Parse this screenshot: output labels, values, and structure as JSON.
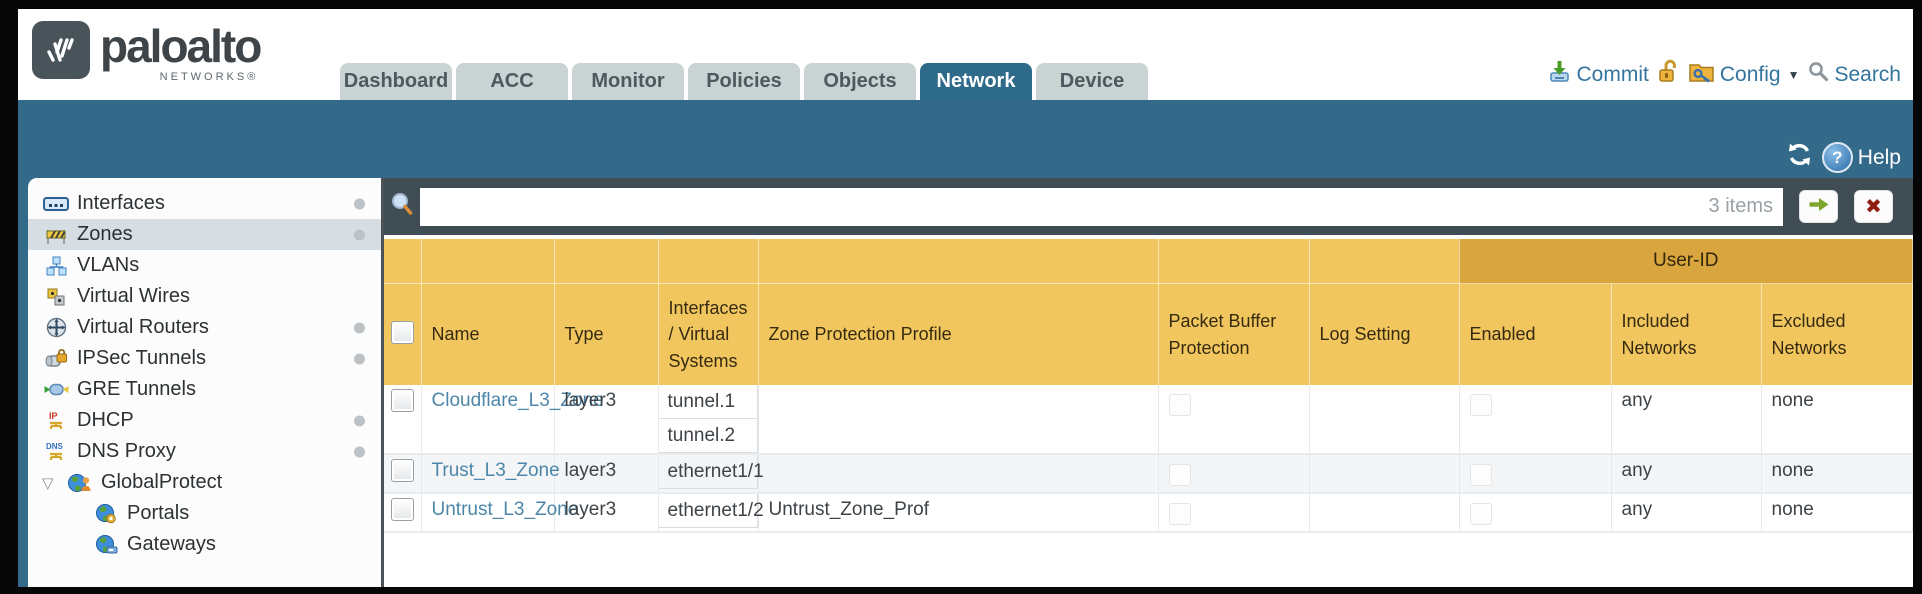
{
  "header": {
    "brand": "paloalto",
    "brand_sub": "NETWORKS®",
    "tabs": [
      {
        "label": "Dashboard",
        "active": false
      },
      {
        "label": "ACC",
        "active": false
      },
      {
        "label": "Monitor",
        "active": false
      },
      {
        "label": "Policies",
        "active": false
      },
      {
        "label": "Objects",
        "active": false
      },
      {
        "label": "Network",
        "active": true
      },
      {
        "label": "Device",
        "active": false
      }
    ],
    "commit_label": "Commit",
    "config_label": "Config",
    "search_label": "Search"
  },
  "subheader": {
    "help_label": "Help"
  },
  "filter_bar": {
    "query": "",
    "count": "3 items"
  },
  "sidebar": {
    "items": [
      {
        "label": "Interfaces",
        "icon": "interfaces-icon",
        "dot": true,
        "selected": false,
        "child": false,
        "expanded": false
      },
      {
        "label": "Zones",
        "icon": "zones-icon",
        "dot": true,
        "selected": true,
        "child": false,
        "expanded": false
      },
      {
        "label": "VLANs",
        "icon": "vlans-icon",
        "dot": false,
        "selected": false,
        "child": false,
        "expanded": false
      },
      {
        "label": "Virtual Wires",
        "icon": "virtual-wires-icon",
        "dot": false,
        "selected": false,
        "child": false,
        "expanded": false
      },
      {
        "label": "Virtual Routers",
        "icon": "virtual-routers-icon",
        "dot": true,
        "selected": false,
        "child": false,
        "expanded": false
      },
      {
        "label": "IPSec Tunnels",
        "icon": "ipsec-tunnels-icon",
        "dot": true,
        "selected": false,
        "child": false,
        "expanded": false
      },
      {
        "label": "GRE Tunnels",
        "icon": "gre-tunnels-icon",
        "dot": false,
        "selected": false,
        "child": false,
        "expanded": false
      },
      {
        "label": "DHCP",
        "icon": "dhcp-icon",
        "dot": true,
        "selected": false,
        "child": false,
        "expanded": false
      },
      {
        "label": "DNS Proxy",
        "icon": "dns-proxy-icon",
        "dot": true,
        "selected": false,
        "child": false,
        "expanded": false
      },
      {
        "label": "GlobalProtect",
        "icon": "globalprotect-icon",
        "dot": false,
        "selected": false,
        "child": false,
        "expanded": true
      },
      {
        "label": "Portals",
        "icon": "portals-icon",
        "dot": false,
        "selected": false,
        "child": true,
        "expanded": false
      },
      {
        "label": "Gateways",
        "icon": "gateways-icon",
        "dot": false,
        "selected": false,
        "child": true,
        "expanded": false
      }
    ]
  },
  "zones_table": {
    "group_header": "User-ID",
    "columns": {
      "name": "Name",
      "type": "Type",
      "interfaces": "Interfaces / Virtual Systems",
      "zone_protection_profile": "Zone Protection Profile",
      "packet_buffer_protection": "Packet Buffer Protection",
      "log_setting": "Log Setting",
      "enabled": "Enabled",
      "included_networks": "Included Networks",
      "excluded_networks": "Excluded Networks"
    },
    "rows": [
      {
        "name": "Cloudflare_L3_Zone",
        "type": "layer3",
        "interfaces": [
          "tunnel.1",
          "tunnel.2"
        ],
        "zone_protection_profile": "",
        "packet_buffer_protection_checked": false,
        "log_setting": "",
        "enabled_checked": false,
        "included_networks": "any",
        "excluded_networks": "none"
      },
      {
        "name": "Trust_L3_Zone",
        "type": "layer3",
        "interfaces": [
          "ethernet1/1"
        ],
        "zone_protection_profile": "",
        "packet_buffer_protection_checked": false,
        "log_setting": "",
        "enabled_checked": false,
        "included_networks": "any",
        "excluded_networks": "none"
      },
      {
        "name": "Untrust_L3_Zone",
        "type": "layer3",
        "interfaces": [
          "ethernet1/2"
        ],
        "zone_protection_profile": "Untrust_Zone_Prof",
        "packet_buffer_protection_checked": false,
        "log_setting": "",
        "enabled_checked": false,
        "included_networks": "any",
        "excluded_networks": "none"
      }
    ]
  },
  "colors": {
    "accent_teal": "#336a8a",
    "header_gold": "#f1c65f",
    "group_gold": "#d9a53e",
    "toolbar_slate": "#414d55",
    "link_blue": "#4c86a8"
  }
}
